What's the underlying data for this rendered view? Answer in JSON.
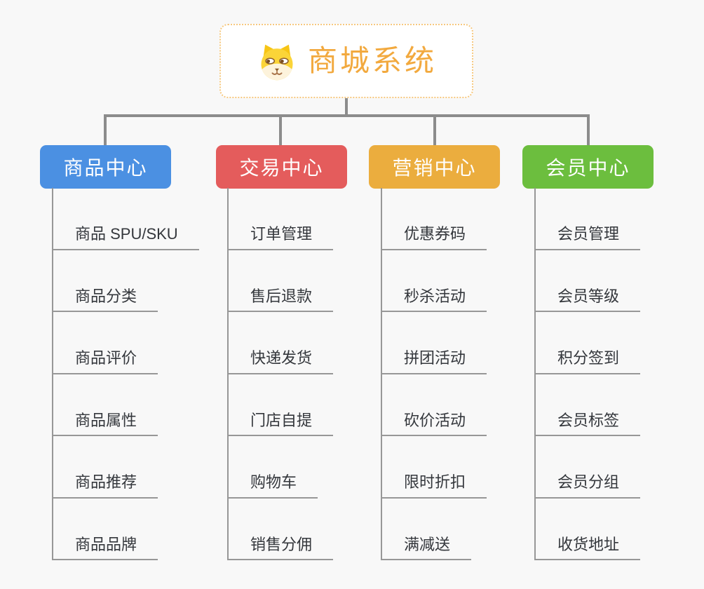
{
  "root": {
    "title": "商城系统",
    "icon": "dog-face-icon",
    "accent_color": "#F2A93E",
    "border_color": "#F6C87F"
  },
  "connector_color": "#8C8C8C",
  "background_color": "#F8F8F8",
  "branches": [
    {
      "label": "商品中心",
      "color": "#4B90E2",
      "items": [
        "商品 SPU/SKU",
        "商品分类",
        "商品评价",
        "商品属性",
        "商品推荐",
        "商品品牌"
      ]
    },
    {
      "label": "交易中心",
      "color": "#E45C5C",
      "items": [
        "订单管理",
        "售后退款",
        "快递发货",
        "门店自提",
        "购物车",
        "销售分佣"
      ]
    },
    {
      "label": "营销中心",
      "color": "#EBAD3E",
      "items": [
        "优惠券码",
        "秒杀活动",
        "拼团活动",
        "砍价活动",
        "限时折扣",
        "满减送"
      ]
    },
    {
      "label": "会员中心",
      "color": "#6CBE3E",
      "items": [
        "会员管理",
        "会员等级",
        "积分签到",
        "会员标签",
        "会员分组",
        "收货地址"
      ]
    }
  ]
}
